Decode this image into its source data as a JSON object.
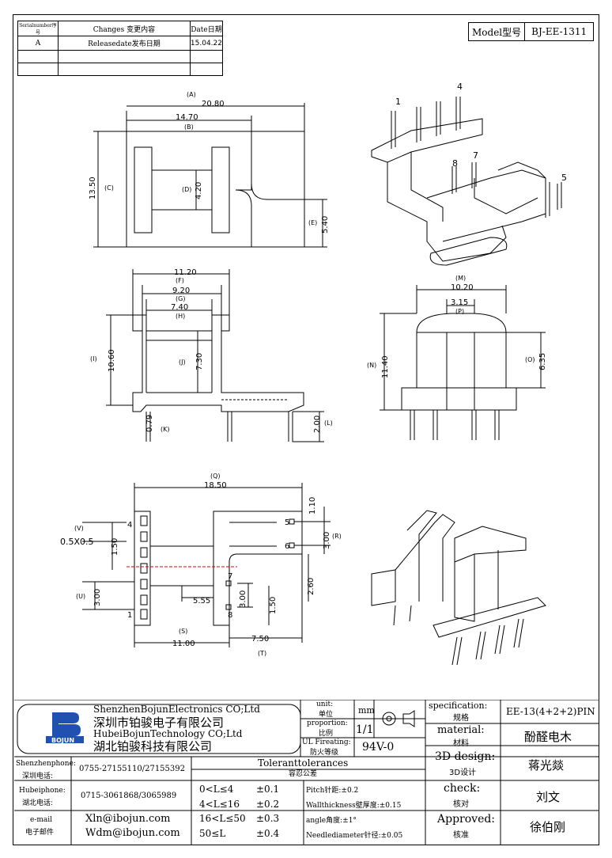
{
  "revision_table": {
    "headers": {
      "serial": "Serialnumber序号",
      "changes": "Changes 变更内容",
      "date": "Date日期"
    },
    "rows": [
      {
        "serial": "A",
        "changes": "Releasedate发布日期",
        "date": "15.04.22"
      }
    ]
  },
  "model": {
    "label": "Model型号",
    "value": "BJ-EE-1311"
  },
  "views": {
    "top": {
      "A": "(A)",
      "A_val": "20.80",
      "B": "(B)",
      "B_val": "14.70",
      "C": "(C)",
      "C_val": "13.50",
      "D": "(D)",
      "D_val": "4.20",
      "E": "(E)",
      "E_val": "5.40"
    },
    "iso_pins": {
      "p1": "1",
      "p4": "4",
      "p5": "5",
      "p7": "7",
      "p8": "8"
    },
    "front": {
      "F": "(F)",
      "F_val": "11.20",
      "G": "(G)",
      "G_val": "9.20",
      "H": "(H)",
      "H_val": "7.40",
      "I": "(I)",
      "I_val": "10.60",
      "J": "(J)",
      "J_val": "7.30",
      "K": "(K)",
      "K_val": "0.79",
      "L": "(L)",
      "L_val": "2.00"
    },
    "side": {
      "M": "(M)",
      "M_val": "10.20",
      "P": "(P)",
      "P_val": "3.15",
      "N": "(N)",
      "N_val": "11.40",
      "O": "(O)",
      "O_val": "6.35"
    },
    "bottom": {
      "Q": "(Q)",
      "Q_val": "18.50",
      "V": "(V)",
      "V_val": "0.5X0.5",
      "R": "(R)",
      "R_val": "3.00",
      "v110": "1.10",
      "v150a": "1.50",
      "U": "(U)",
      "U_val": "3.00",
      "v555": "5.55",
      "v300b": "3.00",
      "v150b": "1.50",
      "v260": "2.60",
      "S": "(S)",
      "S_val": "11.00",
      "T": "(T)",
      "T_val": "7.50",
      "pin1": "1",
      "pin4": "4",
      "pin5": "5",
      "pin6": "6",
      "pin7": "7",
      "pin8": "8"
    }
  },
  "title_block": {
    "company1_en": "ShenzhenBojunElectronics CO;Ltd",
    "company1_cn": "深圳市铂骏电子有限公司",
    "company2_en": "HubeiBojunTechnology CO;Ltd",
    "company2_cn": "湖北铂骏科技有限公司",
    "logo_text": "BOJUN",
    "unit_label": "unit:",
    "unit_cn": "单位",
    "unit_val": "mm",
    "proportion_label": "proportion:",
    "proportion_cn": "比例",
    "proportion_val": "1/1",
    "ul_label": "UL Fireating:",
    "ul_cn": "防火等级",
    "ul_val": "94V-0",
    "spec_label": "specification:",
    "spec_cn": "规格",
    "spec_val": "EE-13(4+2+2)PIN",
    "material_label": "material:",
    "material_cn": "材料",
    "material_val": "酚醛电木",
    "design_label": "3D design:",
    "design_cn": "3D设计",
    "design_val": "蒋光燚",
    "check_label": "check:",
    "check_cn": "核对",
    "check_val": "刘文",
    "approved_label": "Approved:",
    "approved_cn": "核准",
    "approved_val": "徐伯刚",
    "sz_phone_label": "Shenzhenphone:",
    "sz_phone_cn": "深圳电话:",
    "sz_phone_val": "0755-27155110/27155392",
    "hb_phone_label": "Hubeiphone:",
    "hb_phone_cn": "湖北电话:",
    "hb_phone_val": "0715-3061868/3065989",
    "email_label": "e-mail",
    "email_cn": "电子邮件",
    "email1": "Xln@ibojun.com",
    "email2": "Wdm@ibojun.com",
    "tol_title": "Toleranttolerances",
    "tol_cn": "容忍公差",
    "tol_rows": [
      {
        "range": "0<L≤4",
        "tol": "±0.1"
      },
      {
        "range": "4<L≤16",
        "tol": "±0.2"
      },
      {
        "range": "16<L≤50",
        "tol": "±0.3"
      },
      {
        "range": "50≤L",
        "tol": "±0.4"
      }
    ],
    "notes": [
      "Pitch针距:±0.2",
      "Wallthickness壁厚度:±0.15",
      "angle角度:±1°",
      "Needlediameter针径:±0.05"
    ]
  }
}
